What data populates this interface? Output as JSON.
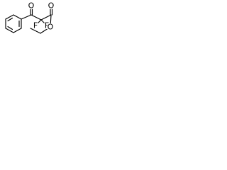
{
  "atoms": {
    "ketone_oxygen": "O",
    "fluorine_1": "F",
    "fluorine_2": "F",
    "ester_carbonyl_oxygen": "O",
    "ester_ether_oxygen": "O"
  }
}
